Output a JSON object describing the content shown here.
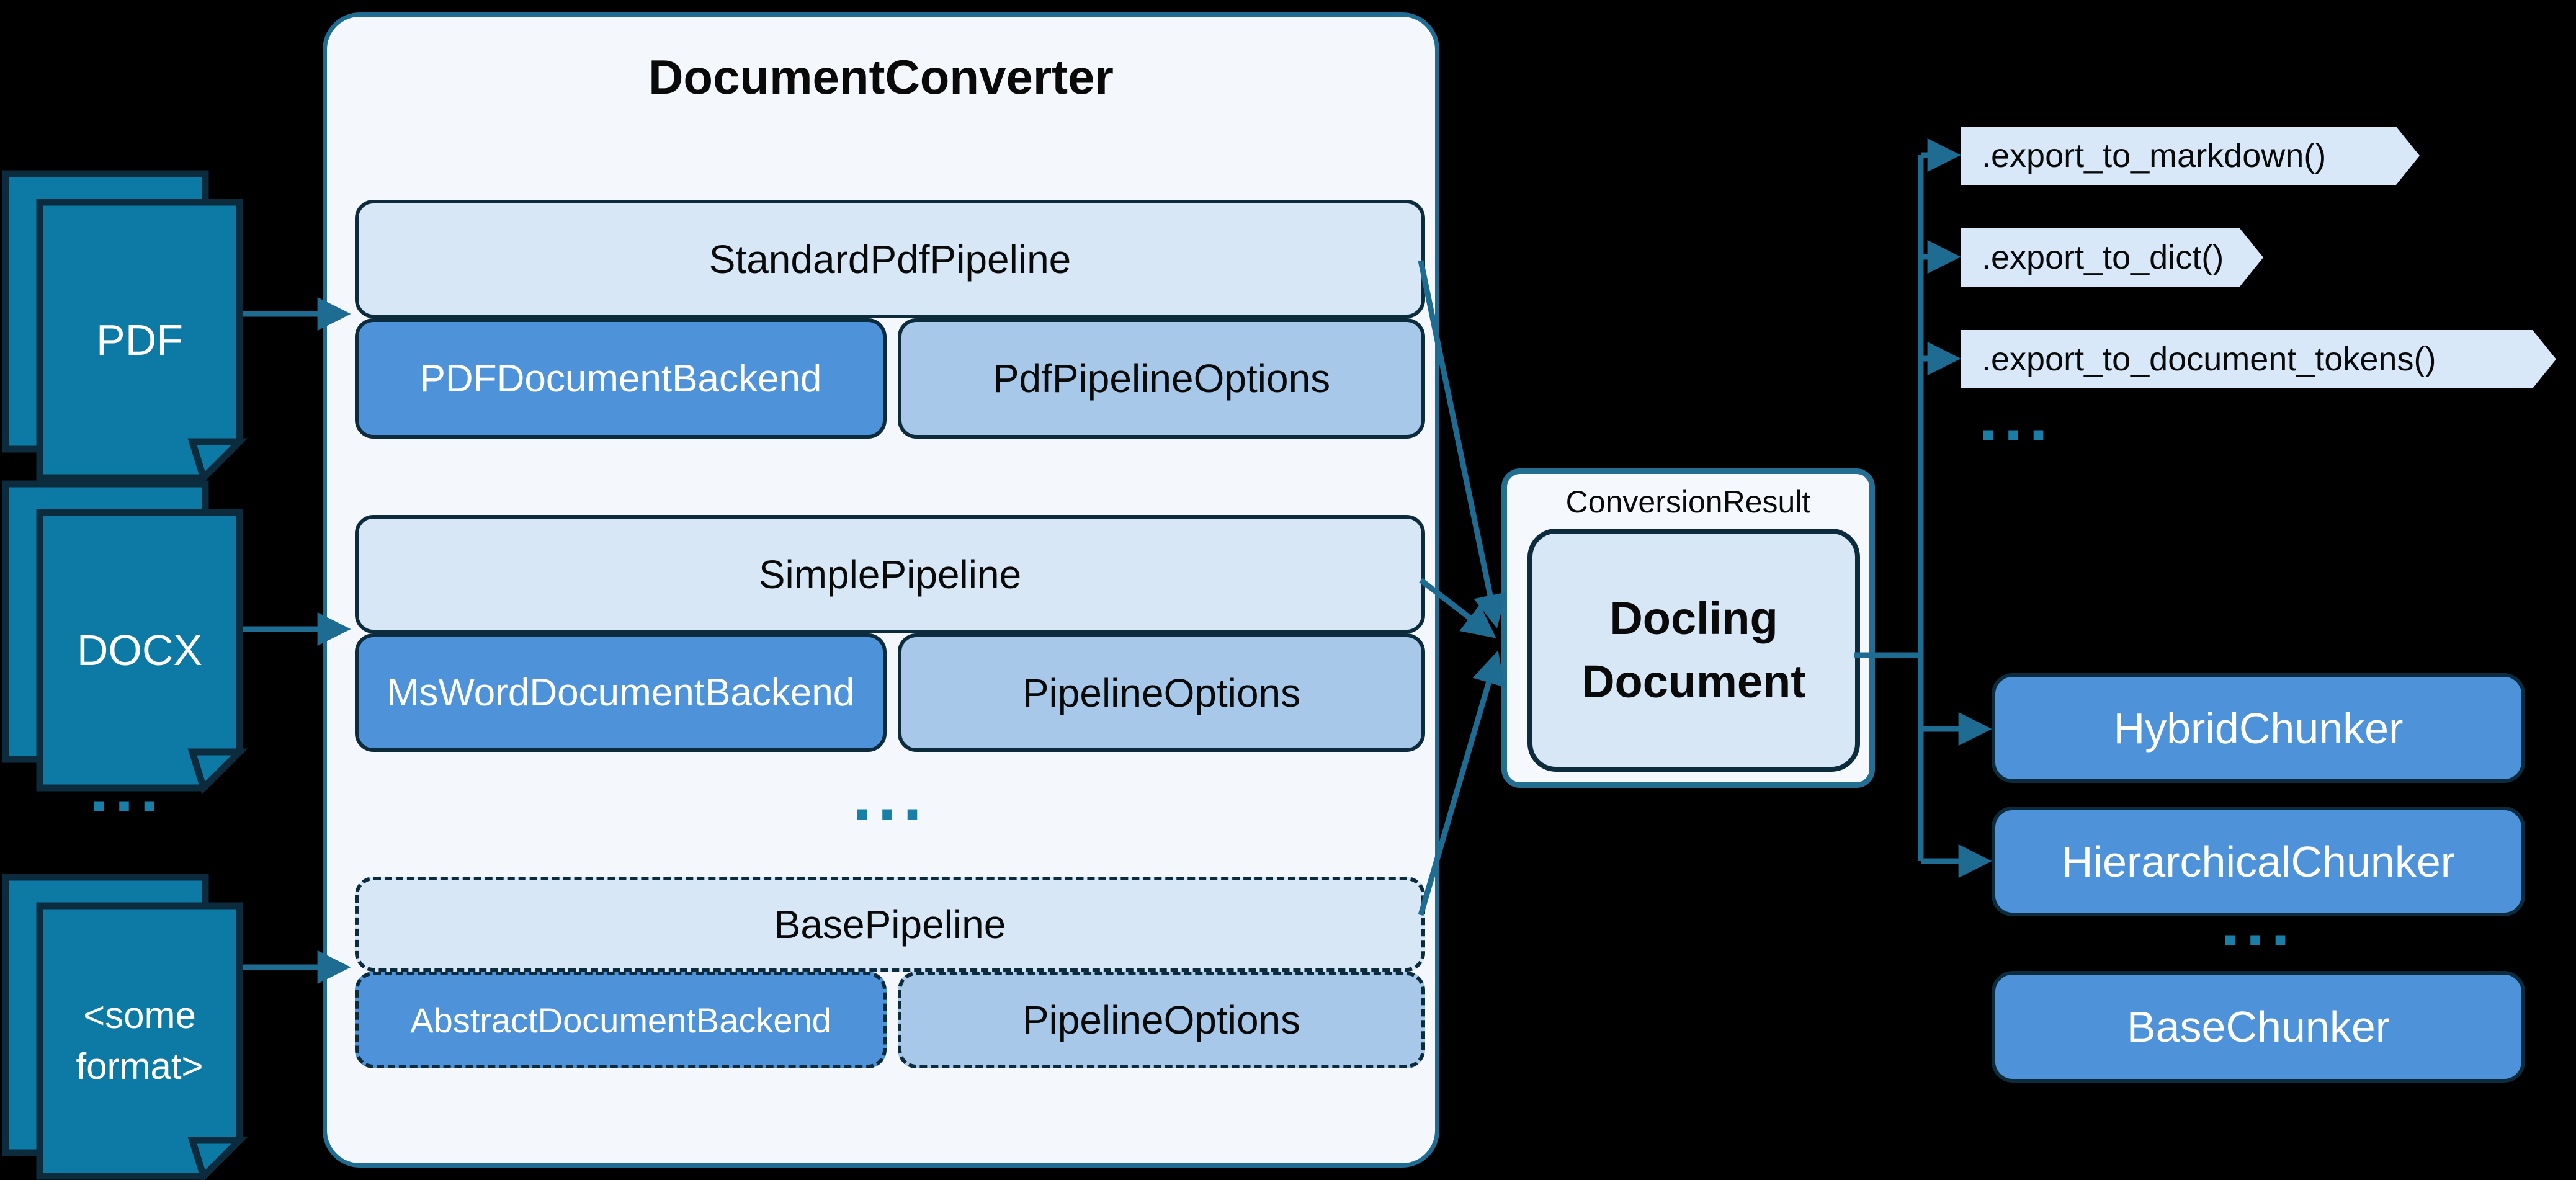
{
  "diagram": {
    "title": "DocumentConverter",
    "inputs": [
      {
        "label": "PDF"
      },
      {
        "label": "DOCX"
      },
      {
        "label": "<some format>"
      }
    ],
    "ellipsis": "...",
    "pipelines": [
      {
        "pipeline": "StandardPdfPipeline",
        "backend": "PDFDocumentBackend",
        "options": "PdfPipelineOptions",
        "style": "solid"
      },
      {
        "pipeline": "SimplePipeline",
        "backend": "MsWordDocumentBackend",
        "options": "PipelineOptions",
        "style": "solid"
      },
      {
        "pipeline": "BasePipeline",
        "backend": "AbstractDocumentBackend",
        "options": "PipelineOptions",
        "style": "dashed"
      }
    ],
    "result": {
      "label": "ConversionResult",
      "document": "Docling Document"
    },
    "exports": [
      ".export_to_markdown()",
      ".export_to_dict()",
      ".export_to_document_tokens()"
    ],
    "chunkers": [
      {
        "label": "HybridChunker",
        "style": "solid"
      },
      {
        "label": "HierarchicalChunker",
        "style": "solid"
      },
      {
        "label": "BaseChunker",
        "style": "dashed"
      }
    ],
    "colors": {
      "background": "#000000",
      "connector_teal": "#1f6c92",
      "document_icon_fill": "#0d7aa6",
      "dark_border": "#0c2b3d",
      "panel_fill": "#f4f8fd",
      "pipeline_box_fill": "#d8e7f6",
      "backend_fill": "#4e93da",
      "options_fill": "#a8c8ea",
      "export_tag_fill": "#d8e8f8",
      "ellipsis_dots": "#1a7fa8"
    }
  }
}
